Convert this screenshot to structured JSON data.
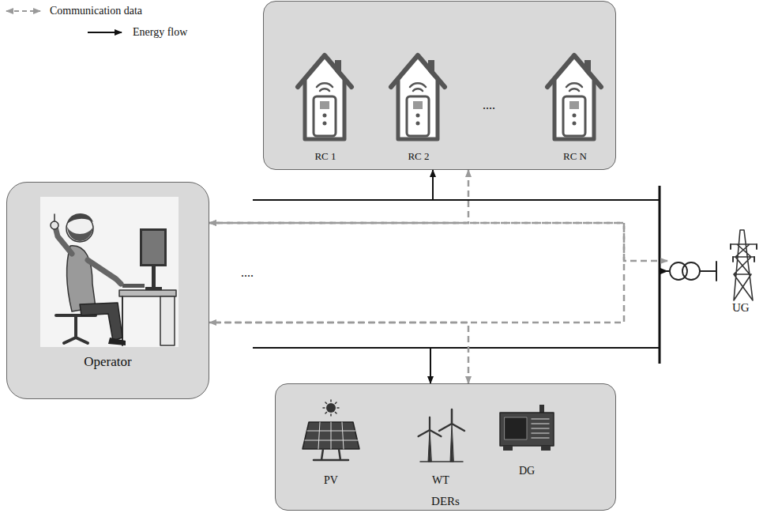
{
  "diagram": {
    "nodes": [
      {
        "text": [
          "...."
        ]
      },
      {
        "text": [
          "RC 1"
        ],
        "in": 0
      },
      {
        "text": [
          "RC 2"
        ],
        "in": 0
      },
      {
        "text": [
          "RC N"
        ],
        "in": 0
      },
      {
        "text": [
          "Operator"
        ]
      },
      {
        "text": [
          "UG"
        ]
      },
      {
        "text": [
          "DERs"
        ]
      },
      {
        "text": [
          "PV"
        ],
        "in": 6
      },
      {
        "text": [
          "WT"
        ],
        "in": 6
      },
      {
        "text": [
          "DG"
        ],
        "in": 6
      }
    ],
    "edges": [
      {
        "from": 5,
        "to": 0,
        "arrow": "to"
      },
      {
        "from": 6,
        "to": 5,
        "arrow": "both"
      },
      {
        "from": 0,
        "to": 4,
        "arrow": "both"
      },
      {
        "from": 6,
        "to": 4,
        "arrow": "both"
      },
      {
        "from": 5,
        "to": 4,
        "arrow": "both"
      }
    ],
    "labels": [
      "...."
    ],
    "legend": [
      {
        "text": "Communication data"
      },
      {
        "text": "Energy flow"
      }
    ]
  }
}
